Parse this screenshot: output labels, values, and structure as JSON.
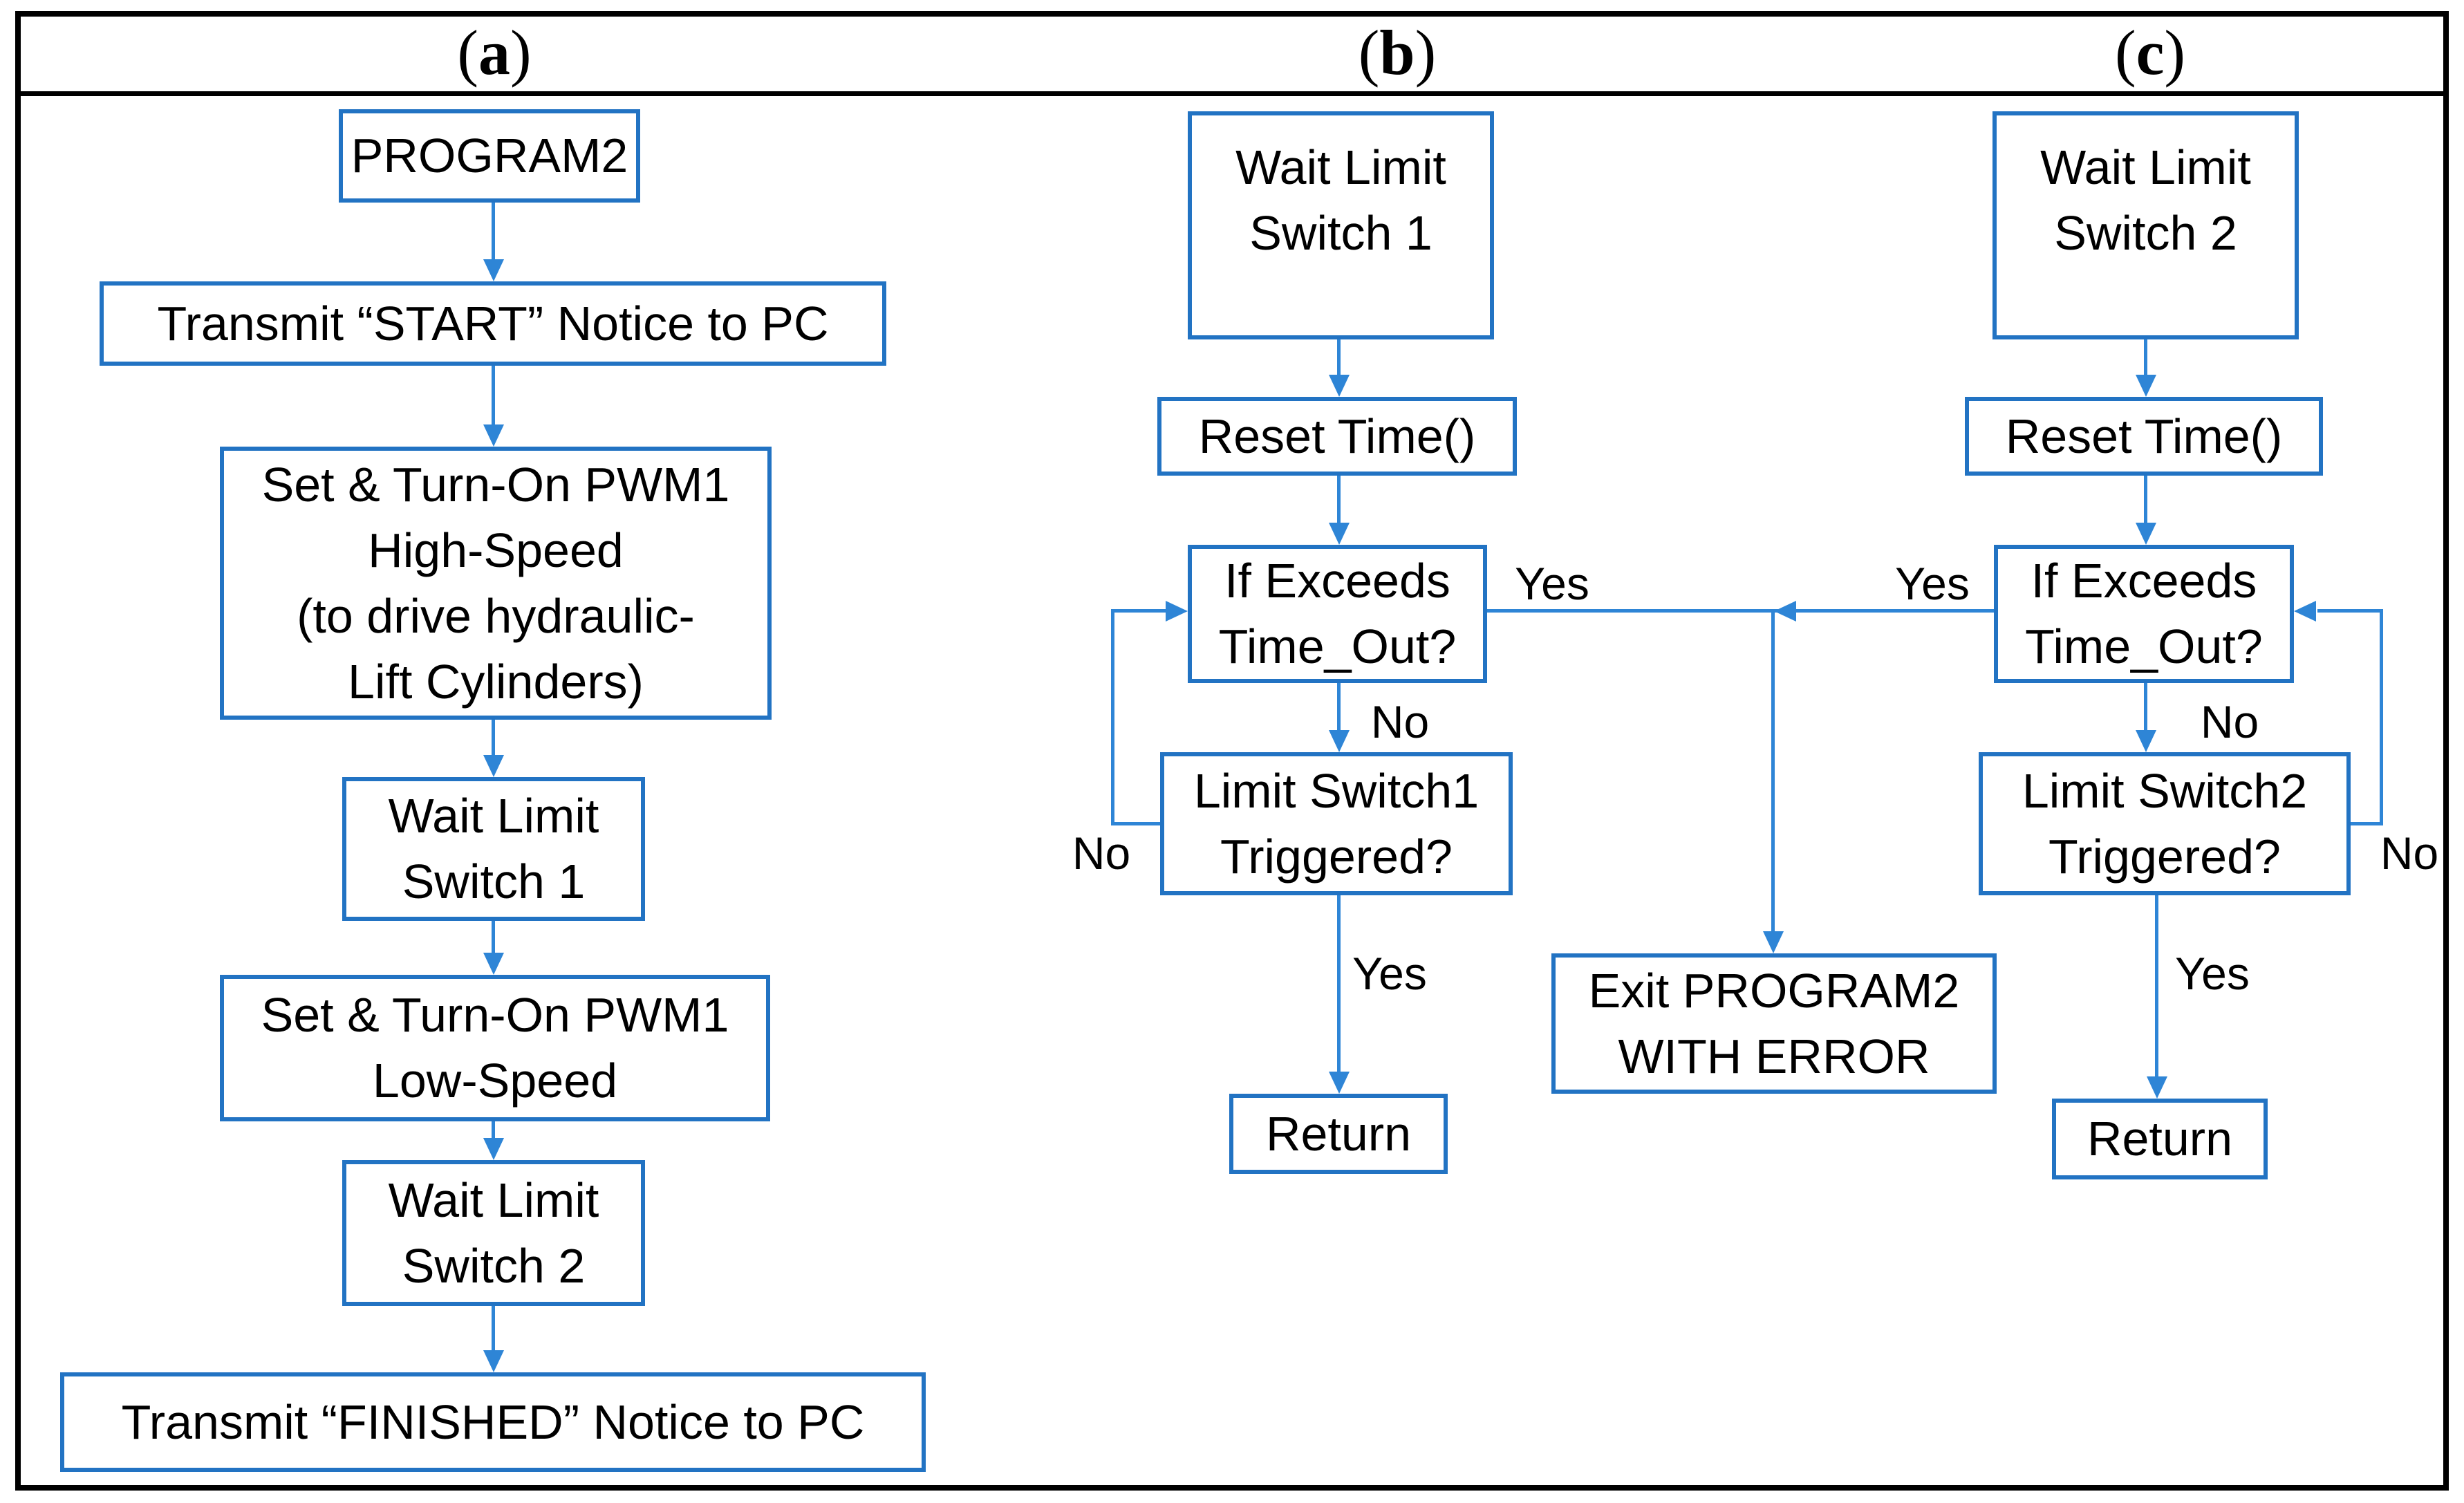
{
  "figure": {
    "type": "flowchart",
    "panels": {
      "a": {
        "open": "(",
        "letter": "a",
        "close": ")"
      },
      "b": {
        "open": "(",
        "letter": "b",
        "close": ")"
      },
      "c": {
        "open": "(",
        "letter": "c",
        "close": ")"
      }
    }
  },
  "nodes": {
    "program2": {
      "lines": [
        "PROGRAM2"
      ]
    },
    "transmit_start": {
      "lines": [
        "Transmit “START” Notice to PC"
      ]
    },
    "pwm1_high": {
      "lines": [
        "Set & Turn-On PWM1",
        "High-Speed",
        "(to drive hydraulic-",
        "Lift Cylinders)"
      ]
    },
    "wait_ls1_a": {
      "lines": [
        "Wait Limit",
        "Switch 1"
      ]
    },
    "pwm1_low": {
      "lines": [
        "Set & Turn-On PWM1",
        "Low-Speed"
      ]
    },
    "wait_ls2_a": {
      "lines": [
        "Wait Limit",
        "Switch 2"
      ]
    },
    "transmit_finished": {
      "lines": [
        "Transmit “FINISHED” Notice to PC"
      ]
    },
    "wait_ls1_b": {
      "lines": [
        "Wait Limit",
        "Switch 1"
      ]
    },
    "reset_time_b": {
      "lines": [
        "Reset Time()"
      ]
    },
    "timeout_b": {
      "lines": [
        "If Exceeds",
        "Time_Out?"
      ]
    },
    "ls1_triggered": {
      "lines": [
        "Limit Switch1",
        "Triggered?"
      ]
    },
    "return_b": {
      "lines": [
        "Return"
      ]
    },
    "exit_error": {
      "lines": [
        "Exit PROGRAM2",
        "WITH ERROR"
      ]
    },
    "wait_ls2_c": {
      "lines": [
        "Wait Limit",
        "Switch 2"
      ]
    },
    "reset_time_c": {
      "lines": [
        "Reset Time()"
      ]
    },
    "timeout_c": {
      "lines": [
        "If Exceeds",
        "Time_Out?"
      ]
    },
    "ls2_triggered": {
      "lines": [
        "Limit Switch2",
        "Triggered?"
      ]
    },
    "return_c": {
      "lines": [
        "Return"
      ]
    }
  },
  "edge_labels": {
    "b_timeout_yes": "Yes",
    "b_timeout_no": "No",
    "b_loop_no": "No",
    "b_switch_yes": "Yes",
    "c_timeout_yes": "Yes",
    "c_timeout_no": "No",
    "c_loop_no": "No",
    "c_switch_yes": "Yes"
  },
  "colors": {
    "box_border": "#2273c3",
    "arrow": "#2e85d6",
    "frame": "#000000",
    "text": "#000000",
    "background": "#ffffff"
  }
}
